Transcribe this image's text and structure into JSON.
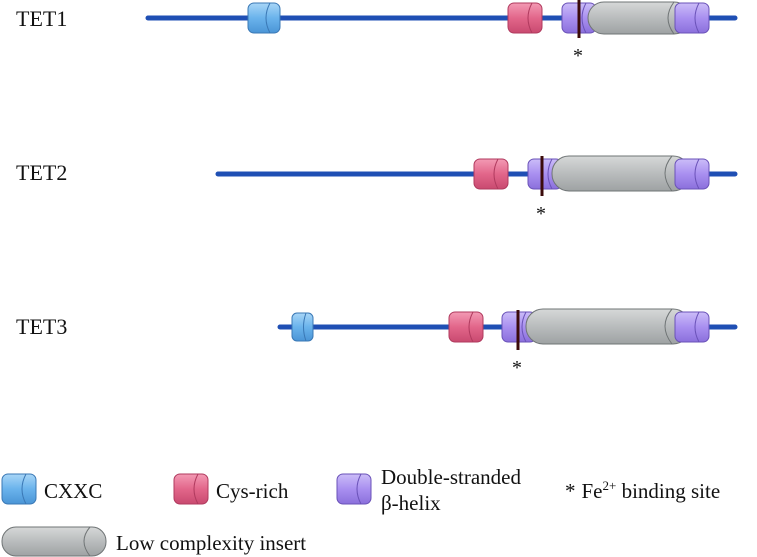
{
  "colors": {
    "backbone": "#1f4fb4",
    "cxxc": "#6ab3ec",
    "cys_rich": "#e2668a",
    "beta_helix": "#a98ff0",
    "low_complexity": "#b9bcbd",
    "fe_site": "#3b0b0b"
  },
  "proteins": [
    {
      "name": "TET1",
      "asterisk": "*"
    },
    {
      "name": "TET2",
      "asterisk": "*"
    },
    {
      "name": "TET3",
      "asterisk": "*"
    }
  ],
  "legend": {
    "cxxc": "CXXC",
    "cys_rich": "Cys-rich",
    "beta_helix_line1": "Double-stranded",
    "beta_helix_line2": "β-helix",
    "fe_asterisk": "*",
    "fe_prefix": "Fe",
    "fe_superscript": "2+",
    "fe_suffix": " binding site",
    "low_complexity": "Low complexity insert"
  }
}
